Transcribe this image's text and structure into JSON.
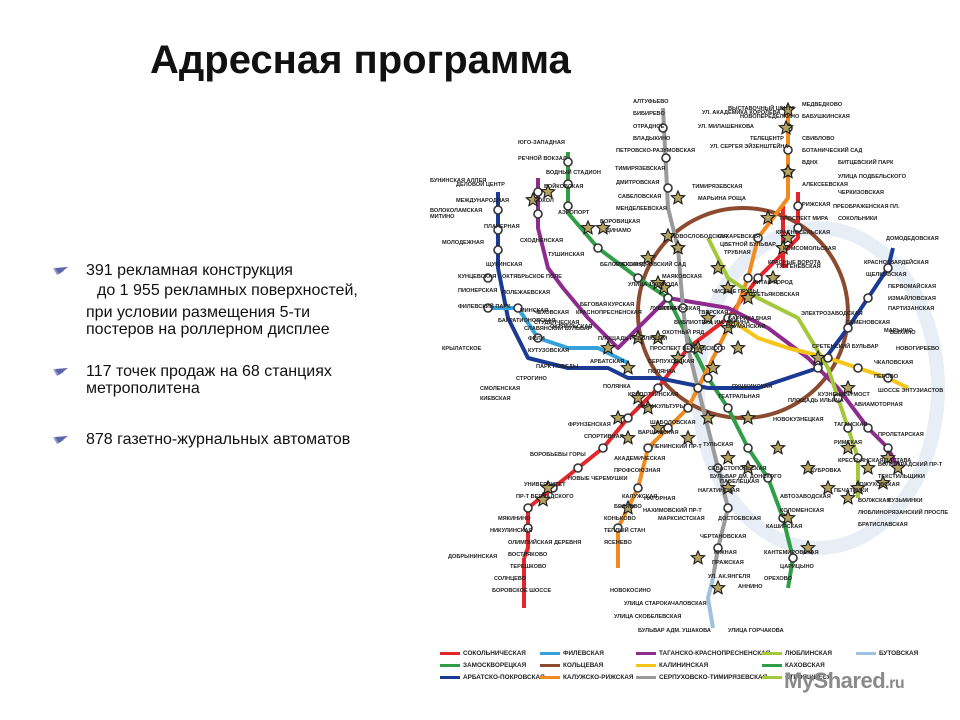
{
  "title": "Адресная программа",
  "bullets": [
    {
      "lines": [
        "391 рекламная конструкция",
        "до 1 955 рекламных поверхностей,",
        "при условии размещения 5-ти",
        "постеров на роллерном дисплее"
      ]
    },
    {
      "lines": [
        "117 точек продаж на 68 станциях",
        "метрополитена"
      ]
    },
    {
      "lines": [
        "878 газетно-журнальных автоматов"
      ]
    }
  ],
  "line_colors": {
    "sokolnicheskaya": "#e3262b",
    "zamoskvoretskaya": "#2f9e47",
    "arbatsko_pokrovskaya": "#1a3a93",
    "filevskaya": "#34a3dc",
    "koltsevaya": "#8c4a2f",
    "kaluzhsko_rizhskaya": "#f28b1f",
    "tagansko_krasnopresnenskaya": "#8e2c8e",
    "kalininskaya": "#f5c518",
    "serpukhovsko_timiryazevskaya": "#9a9a9a",
    "lyublinskaya": "#a3c93a",
    "butovskaya": "#9ec1e0",
    "star": "#b5a25e"
  },
  "map_labels": [
    "АЛТУФЬЕВО",
    "БИБИРЕВО",
    "ОТРАДНОЕ",
    "ВЛАДЫКИНО",
    "ПЕТРОВСКО-РАЗУМОВСКАЯ",
    "ТИМИРЯЗЕВСКАЯ",
    "ДМИТРОВСКАЯ",
    "САВЕЛОВСКАЯ",
    "МЕНДЕЛЕЕВСКАЯ",
    "НОВОСЛОБОДСКАЯ",
    "МЕДВЕДКОВО",
    "БАБУШКИНСКАЯ",
    "СВИБЛОВО",
    "БОТАНИЧЕСКИЙ САД",
    "ВДНХ",
    "АЛЕКСЕЕВСКАЯ",
    "РИЖСКАЯ",
    "ПРОСПЕКТ МИРА",
    "СУХАРЕВСКАЯ",
    "ТУРГЕНЕВСКАЯ",
    "КИТАЙ-ГОРОД",
    "ТРЕТЬЯКОВСКАЯ",
    "ОКТЯБРЬСКАЯ",
    "ШАБОЛОВСКАЯ",
    "ЛЕНИНСКИЙ ПР-Т",
    "АКАДЕМИЧЕСКАЯ",
    "ПРОФСОЮЗНАЯ",
    "НОВЫЕ ЧЕРЕМУШКИ",
    "КАЛУЖСКАЯ",
    "БЕЛЯЕВО",
    "КОНЬКОВО",
    "ТЕПЛЫЙ СТАН",
    "ЯСЕНЕВО",
    "БИТЦЕВСКИЙ ПАРК",
    "УЛИЦА ПОДБЕЛЬСКОГО",
    "ЧЕРКИЗОВСКАЯ",
    "ПРЕОБРАЖЕНСКАЯ ПЛ.",
    "СОКОЛЬНИКИ",
    "КРАСНОСЕЛЬСКАЯ",
    "КОМСОМОЛЬСКАЯ",
    "КРАСНЫЕ ВОРОТА",
    "ЧИСТЫЕ ПРУДЫ",
    "ЛУБЯНКА",
    "ОХОТНЫЙ РЯД",
    "БИБЛИОТЕКА ИМ. ЛЕНИНА",
    "КРОПОТКИНСКАЯ",
    "ПАРК КУЛЬТУРЫ",
    "ФРУНЗЕНСКАЯ",
    "СПОРТИВНАЯ",
    "ВОРОБЬЕВЫ ГОРЫ",
    "УНИВЕРСИТЕТ",
    "ПР-Т ВЕРНАДСКОГО",
    "ЮГО-ЗАПАДНАЯ",
    "РЕЧНОЙ ВОКЗАЛ",
    "ВОДНЫЙ СТАДИОН",
    "ВОЙКОВСКАЯ",
    "СОКОЛ",
    "АЭРОПОРТ",
    "ДИНАМО",
    "БЕЛОРУССКАЯ",
    "МАЯКОВСКАЯ",
    "ТВЕРСКАЯ",
    "ТЕАТРАЛЬНАЯ",
    "НОВОКУЗНЕЦКАЯ",
    "ПАВЕЛЕЦКАЯ",
    "АВТОЗАВОДСКАЯ",
    "КОЛОМЕНСКАЯ",
    "КАШИРСКАЯ",
    "КАНТЕМИРОВСКАЯ",
    "ЦАРИЦЫНО",
    "ОРЕХОВО",
    "ДОМОДЕДОВСКАЯ",
    "КРАСНОГВАРДЕЙСКАЯ",
    "ЩЕЛКОВСКАЯ",
    "ПЕРВОМАЙСКАЯ",
    "ИЗМАЙЛОВСКАЯ",
    "ПАРТИЗАНСКАЯ",
    "СЕМЕНОВСКАЯ",
    "ЭЛЕКТРОЗАВОДСКАЯ",
    "БАУМАНСКАЯ",
    "КУРСКАЯ",
    "ПЛОЩАДЬ РЕВОЛЮЦИИ",
    "АРБАТСКАЯ",
    "СМОЛЕНСКАЯ",
    "КИЕВСКАЯ",
    "ПАРК ПОБЕДЫ",
    "СТУДЕНЧЕСКАЯ",
    "КУТУЗОВСКАЯ",
    "ФИЛИ",
    "БАГРАТИОНОВСКАЯ",
    "ФИЛЕВСКИЙ ПАРК",
    "ПИОНЕРСКАЯ",
    "КУНЦЕВСКАЯ",
    "МОЛОДЕЖНАЯ",
    "КРЫЛАТСКОЕ",
    "СТРОГИНО",
    "СЛАВЯНСКИЙ БУЛЬВАР",
    "МИНСКАЯ",
    "ДЕЛОВОЙ ЦЕНТР",
    "МЕЖДУНАРОДНАЯ",
    "ПЛАНЕРНАЯ",
    "СХОДНЕНСКАЯ",
    "ТУШИНСКАЯ",
    "ЩУКИНСКАЯ",
    "ОКТЯБРЬСКОЕ ПОЛЕ",
    "ПОЛЕЖАЕВСКАЯ",
    "БЕГОВАЯ",
    "УЛИЦА 1905 ГОДА",
    "БАРРИКАДНАЯ",
    "ПУШКИНСКАЯ",
    "КУЗНЕЦКИЙ МОСТ",
    "ТАГАНСКАЯ",
    "ПРОЛЕТАРСКАЯ",
    "ВОЛГОГРАДСКИЙ ПР-Т",
    "ТЕКСТИЛЬЩИКИ",
    "КУЗЬМИНКИ",
    "РЯЗАНСКИЙ ПРОСПЕКТ",
    "ВЫХИНО",
    "НОВОГИРЕЕВО",
    "ПЕРОВО",
    "ШОССЕ ЭНТУЗИАСТОВ",
    "АВИАМОТОРНАЯ",
    "ПЛОЩАДЬ ИЛЬИЧА",
    "МАРКСИСТСКАЯ",
    "ЧЕРТАНОВСКАЯ",
    "ЮЖНАЯ",
    "ПРАЖСКАЯ",
    "УЛ. АК.ЯНГЕЛЯ",
    "АННИНО",
    "БУЛЬВАР ДМ. ДОНСКОГО",
    "НАГАТИНСКАЯ",
    "НАГОРНАЯ",
    "НАХИМОВСКИЙ ПР-Т",
    "СЕВАСТОПОЛЬСКАЯ",
    "ТУЛЬСКАЯ",
    "СЕРПУХОВСКАЯ",
    "ПОЛЯНКА",
    "БОРОВИЦКАЯ",
    "ЦВЕТНОЙ БУЛЬВАР",
    "ТРУБНАЯ",
    "СРЕТЕНСКИЙ БУЛЬВАР",
    "ЧКАЛОВСКАЯ",
    "РИМСКАЯ",
    "КРЕСТЬЯНСКАЯ ЗАСТАВА",
    "ДУБРОВКА",
    "КОЖУХОВСКАЯ",
    "ПЕЧАТНИКИ",
    "ВОЛЖСКАЯ",
    "ЛЮБЛИНО",
    "БРАТИСЛАВСКАЯ",
    "МАРЬИНО",
    "НОВОКОСИНО",
    "УЛИЦА СТАРОКАЧАЛОВСКАЯ",
    "УЛИЦА СКОБЕЛЕВСКАЯ",
    "БУЛЬВАР АДМ. УШАКОВА",
    "УЛИЦА ГОРЧАКОВА",
    "БУНИНСКАЯ АЛЛЕЯ",
    "МИТИНО",
    "ВОЛОКОЛАМСКАЯ",
    "МЯКИНИНО",
    "НИКУЛИНСКАЯ",
    "ОЛИМПИЙСКАЯ ДЕРЕВНЯ",
    "ВОСТРЯКОВО",
    "ТЕРЕШКОВО",
    "СОЛНЦЕВО",
    "БОРОВСКОЕ ШОССЕ",
    "НОВОПЕРЕДЕЛКИНО",
    "ВЫСТАВОЧНЫЙ ЦЕНТР",
    "УЛ. АКАДЕМИКА КОРОЛЕВА",
    "УЛ. МИЛАШЕНКОВА",
    "ТЕЛЕЦЕНТР",
    "УЛ. СЕРГЕЯ ЭЙЗЕНШТЕЙНА",
    "ТИМИРЯЗЕВСКАЯ",
    "МАРЬИНА РОЩА",
    "ДОСТОЕВСКАЯ",
    "ВАРШАВСКАЯ",
    "ДОБРЫНИНСКАЯ",
    "ПРОСПЕКТ ВЕРНАДСКОГО",
    "ПОЛЯНКА",
    "ОКТЯБРЬСКАЯ",
    "КРАСНОПРЕСНЕНСКАЯ",
    "АЛЕКСАНДРОВСКИЙ САД",
    "ЧЕХОВСКАЯ"
  ],
  "legend": [
    {
      "label": "СОКОЛЬНИЧЕСКАЯ",
      "color": "#e3262b"
    },
    {
      "label": "ЗАМОСКВОРЕЦКАЯ",
      "color": "#2f9e47"
    },
    {
      "label": "АРБАТСКО-ПОКРОВСКАЯ",
      "color": "#1a3a93"
    },
    {
      "label": "ФИЛЕВСКАЯ",
      "color": "#34a3dc"
    },
    {
      "label": "КОЛЬЦЕВАЯ",
      "color": "#8c4a2f"
    },
    {
      "label": "КАЛУЖСКО-РИЖСКАЯ",
      "color": "#f28b1f"
    },
    {
      "label": "ТАГАНСКО-КРАСНОПРЕСНЕНСКАЯ",
      "color": "#8e2c8e"
    },
    {
      "label": "КАЛИНИНСКАЯ",
      "color": "#f5c518"
    },
    {
      "label": "СЕРПУХОВСКО-ТИМИРЯЗЕВСКАЯ",
      "color": "#9a9a9a"
    },
    {
      "label": "ЛЮБЛИНСКАЯ",
      "color": "#a3c93a"
    },
    {
      "label": "КАХОВСКАЯ",
      "color": "#2f9e47"
    },
    {
      "label": "СТРОЯЩИЕСЯ",
      "color": "#a3c93a"
    },
    {
      "label": "БУТОВСКАЯ",
      "color": "#9ec1e0"
    }
  ],
  "watermark": {
    "main": "MyShared",
    "small": ".ru"
  }
}
